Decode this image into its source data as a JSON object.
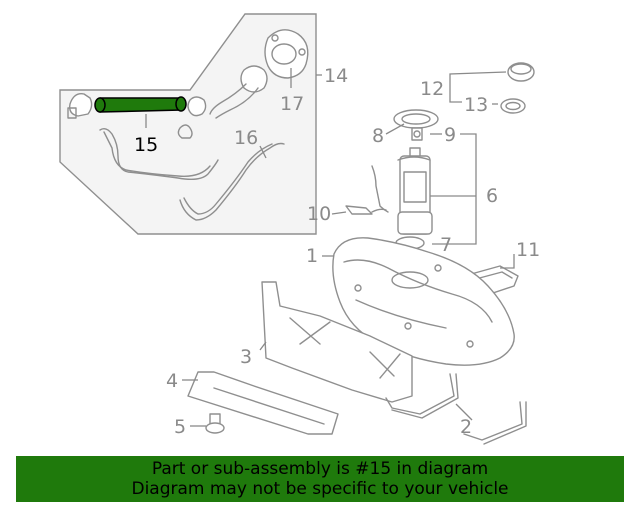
{
  "diagram": {
    "callouts": {
      "c1": "1",
      "c2": "2",
      "c3": "3",
      "c4": "4",
      "c5": "5",
      "c6": "6",
      "c7": "7",
      "c8": "8",
      "c9": "9",
      "c10": "10",
      "c11": "11",
      "c12": "12",
      "c13": "13",
      "c14": "14",
      "c15": "15",
      "c16": "16",
      "c17": "17"
    },
    "highlighted_part": "15",
    "colors": {
      "highlight": "#1f7a0c",
      "lines": "#8f8f8f",
      "inset_fill": "#f4f4f4",
      "banner": "#1f7a0c"
    }
  },
  "banner": {
    "line1": "Part or sub-assembly is #15 in diagram",
    "line2": "Diagram may not be specific to your vehicle"
  }
}
